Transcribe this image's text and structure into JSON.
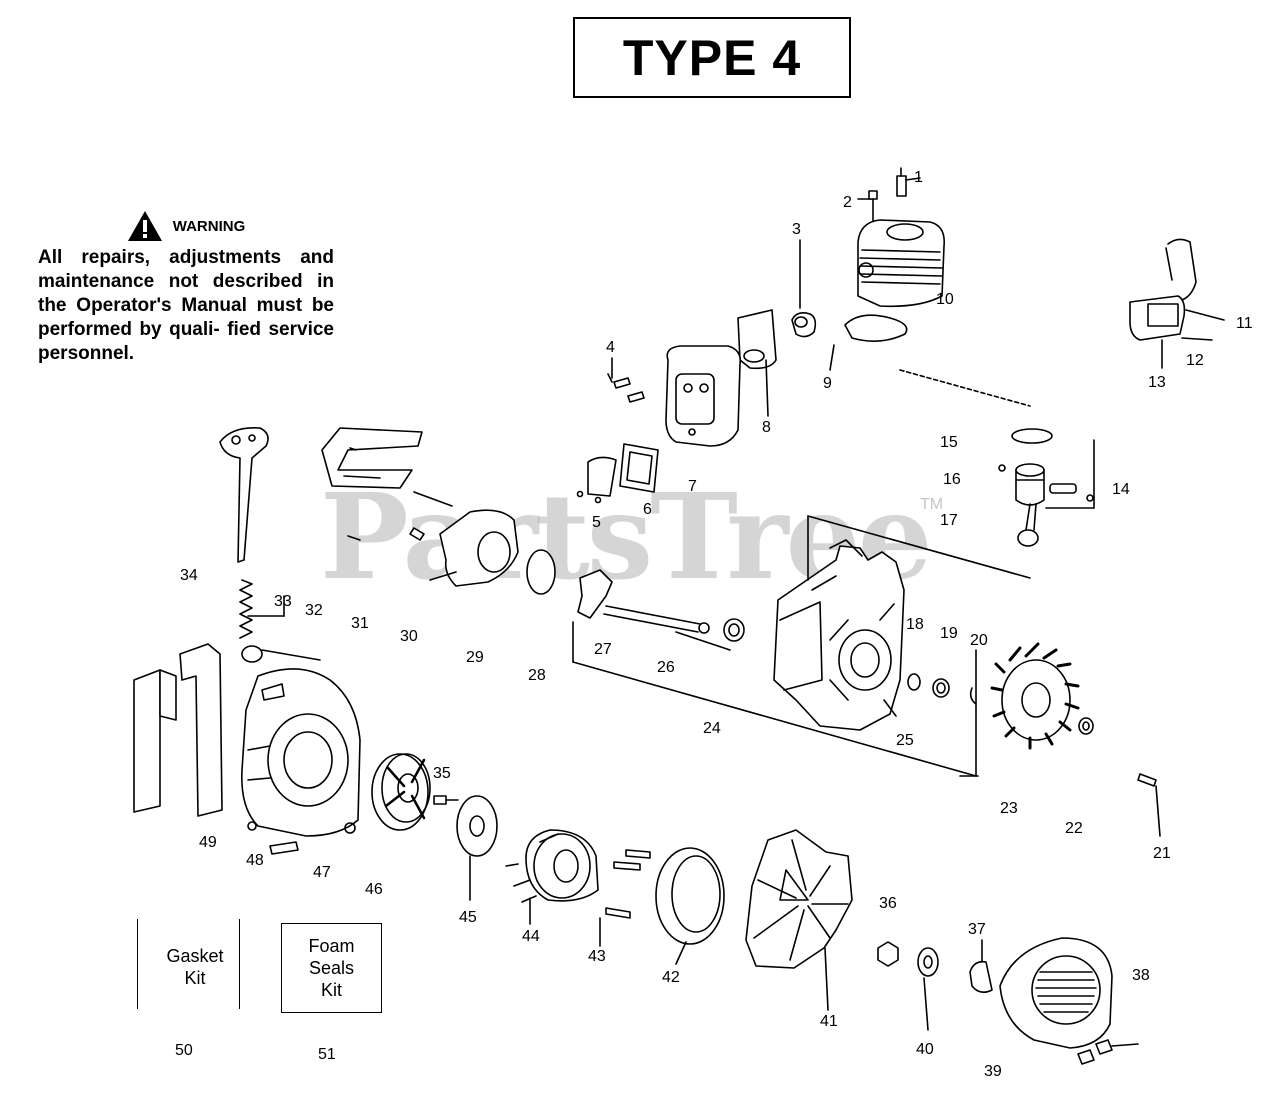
{
  "title": "TYPE 4",
  "warning": {
    "heading": "WARNING",
    "body": "All repairs, adjustments and maintenance not described in the Operator's Manual must be performed by quali- fied service personnel."
  },
  "watermark": {
    "text": "PartsTree",
    "tm": "TM"
  },
  "kits": {
    "gasket": "Gasket\nKit",
    "foam": "Foam\nSeals\nKit"
  },
  "callouts": [
    "1",
    "2",
    "3",
    "4",
    "5",
    "6",
    "7",
    "8",
    "9",
    "10",
    "11",
    "12",
    "13",
    "14",
    "15",
    "16",
    "17",
    "18",
    "19",
    "20",
    "21",
    "22",
    "23",
    "24",
    "25",
    "26",
    "27",
    "28",
    "29",
    "30",
    "31",
    "32",
    "33",
    "34",
    "35",
    "36",
    "37",
    "38",
    "39",
    "40",
    "41",
    "42",
    "43",
    "44",
    "45",
    "46",
    "47",
    "48",
    "49",
    "50",
    "51"
  ]
}
